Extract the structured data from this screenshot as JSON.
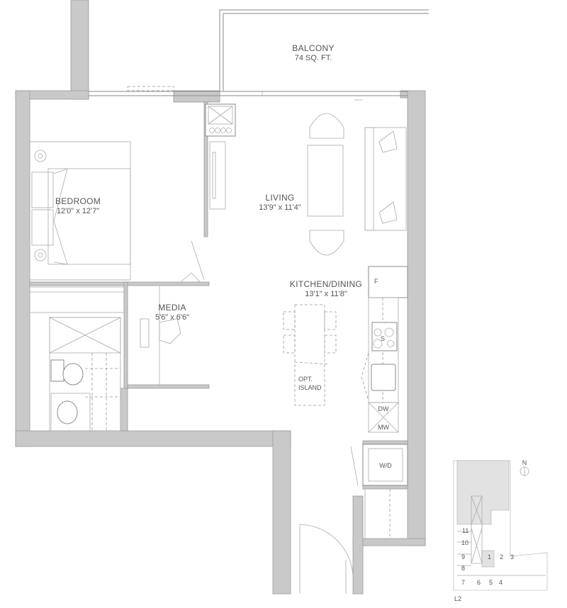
{
  "rooms": {
    "balcony": {
      "name": "BALCONY",
      "size": "74 SQ. FT."
    },
    "bedroom": {
      "name": "BEDROOM",
      "size": "12'0\" x 12'7\""
    },
    "living": {
      "name": "LIVING",
      "size": "13'9\" x 11'4\""
    },
    "kitchen": {
      "name": "KITCHEN/DINING",
      "size": "13'1\" x 11'8\""
    },
    "media": {
      "name": "MEDIA",
      "size": "5'6\" x 6'6\""
    }
  },
  "fixtures": {
    "fridge": "F",
    "dishwasher": "DW",
    "microwave": "MW",
    "washer_dryer": "W/D",
    "island_line1": "OPT.",
    "island_line2": "ISLAND",
    "stove": "S"
  },
  "keyplan": {
    "north": "N",
    "level": "L2",
    "units": [
      "1",
      "2",
      "3",
      "4",
      "5",
      "6",
      "7",
      "8",
      "9",
      "10",
      "11"
    ],
    "highlighted_unit": "1"
  },
  "colors": {
    "wall": "#c9c9c9",
    "line": "#8a8a8a",
    "text": "#555555"
  }
}
